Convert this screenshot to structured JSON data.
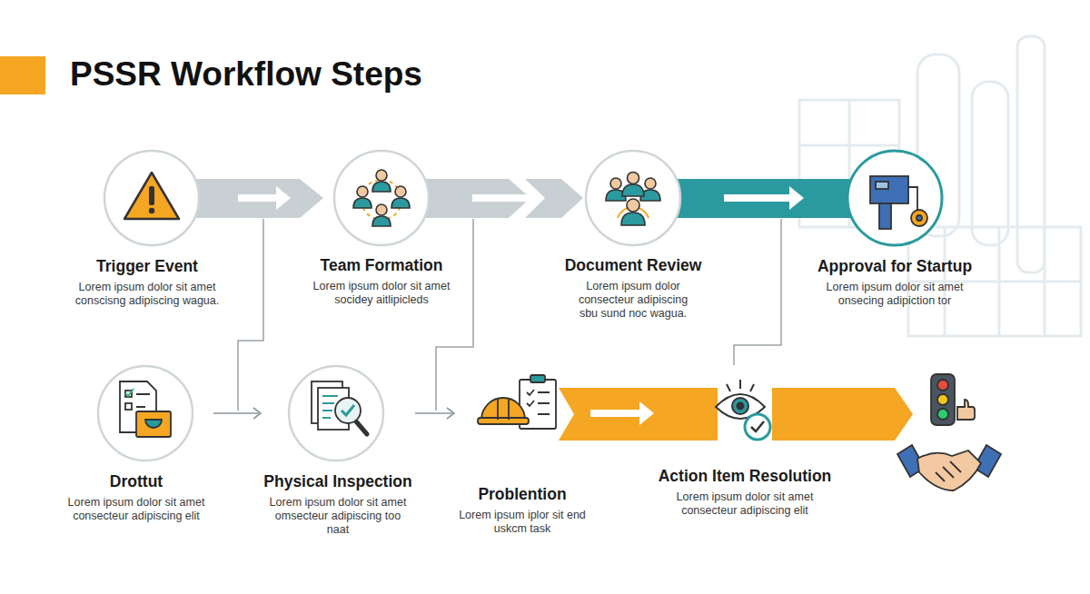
{
  "diagram": {
    "title": "PSSR Workflow Steps",
    "nodes": [
      {
        "text": [
          "Trigger Event",
          "Lorem ipsum dolor sit amet conscisng adipiscing wagua."
        ]
      },
      {
        "text": [
          "Team Formation",
          "Lorem ipsum dolor sit amet socidey aitlipicleds"
        ]
      },
      {
        "text": [
          "Document Review",
          "Lorem ipsum dolor consecteur adipiscing sbu sund noc wagua."
        ]
      },
      {
        "text": [
          "Approval for Startup",
          "Lorem ipsum dolor sit amet onsecing adipiction tor"
        ]
      },
      {
        "text": [
          "Drottut",
          "Lorem ipsum dolor sit amet consecteur adipiscing elit"
        ]
      },
      {
        "text": [
          "Physical Inspection",
          "Lorem ipsum dolor sit amet omsecteur adipiscing too naat"
        ]
      },
      {
        "text": [
          "Problention",
          "Lorem ipsum iplor sit end uskcm task"
        ]
      },
      {
        "text": [
          "Action Item Resolution",
          "Lorem ipsum dolor sit amet consecteur adipiscing elit"
        ]
      }
    ],
    "edges": [
      {
        "from": 0,
        "to": 1,
        "arrow": "to"
      },
      {
        "from": 1,
        "to": 2,
        "arrow": "to"
      },
      {
        "from": 2,
        "to": 3,
        "arrow": "to"
      },
      {
        "from": 4,
        "to": 5,
        "arrow": "to"
      },
      {
        "from": 5,
        "to": 6,
        "arrow": "to"
      },
      {
        "from": 6,
        "to": 7,
        "arrow": "to"
      }
    ]
  }
}
